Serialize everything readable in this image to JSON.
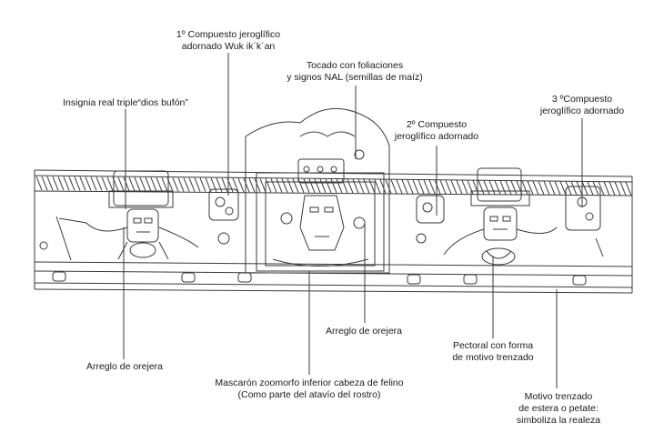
{
  "labels": {
    "compuesto_1": {
      "line1": "1º Compuesto jeroglífico",
      "line2": "adornado Wuk ik´k´an"
    },
    "tocado": {
      "line1": "Tocado con foliaciones",
      "line2": "y signos NAL (semillas de maíz)"
    },
    "insignia": {
      "line1": "Insignia real triple“dios bufón”"
    },
    "compuesto_2": {
      "line1": "2º Compuesto",
      "line2": "jeroglífico adornado"
    },
    "compuesto_3": {
      "line1": "3 ºCompuesto",
      "line2": "jeroglífico adornado"
    },
    "orejera_centro": {
      "line1": "Arreglo de orejera"
    },
    "pectoral": {
      "line1": "Pectoral con forma",
      "line2": "de motivo trenzado"
    },
    "orejera_izq": {
      "line1": "Arreglo de orejera"
    },
    "mascaron": {
      "line1": "Mascarón zoomorfo inferior cabeza de felino",
      "line2": "(Como parte del atavío del rostro)"
    },
    "motivo": {
      "line1": "Motivo trenzado",
      "line2": "de estera o petate:",
      "line3": "simboliza la realeza"
    }
  }
}
